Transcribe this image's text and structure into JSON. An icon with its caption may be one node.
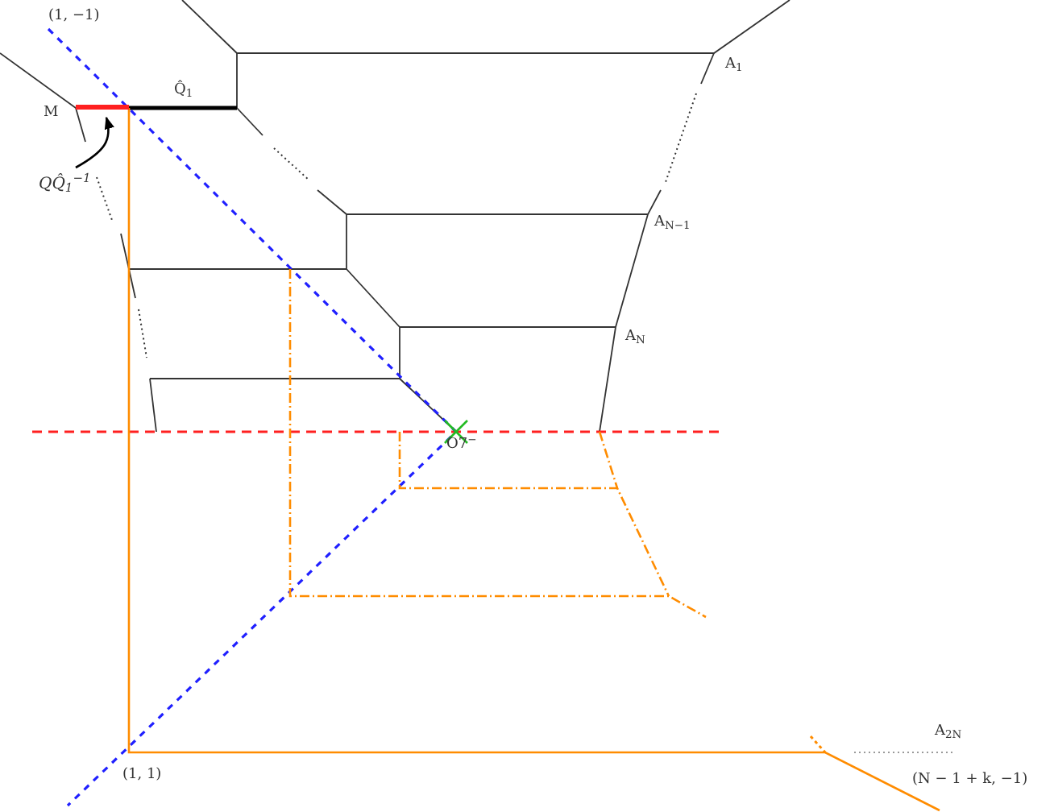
{
  "diagram": {
    "nodes": [
      {
        "text": [
          "QQ̂$_{1}$$^{−1}$"
        ]
      },
      {
        "text": [],
        "shape": "bar"
      }
    ],
    "edges": [
      {
        "from": 0,
        "to": 1,
        "arrow": "to"
      }
    ],
    "labels": [
      "(1, −1)",
      "M",
      "Q̂$_{1}$",
      "A$_{1}$",
      "A$_{N−1}$",
      "A$_{N}$",
      "O7$^{−}$",
      "(1, 1)",
      "A$_{2N}$",
      "(N − 1 + k, −1)"
    ]
  }
}
